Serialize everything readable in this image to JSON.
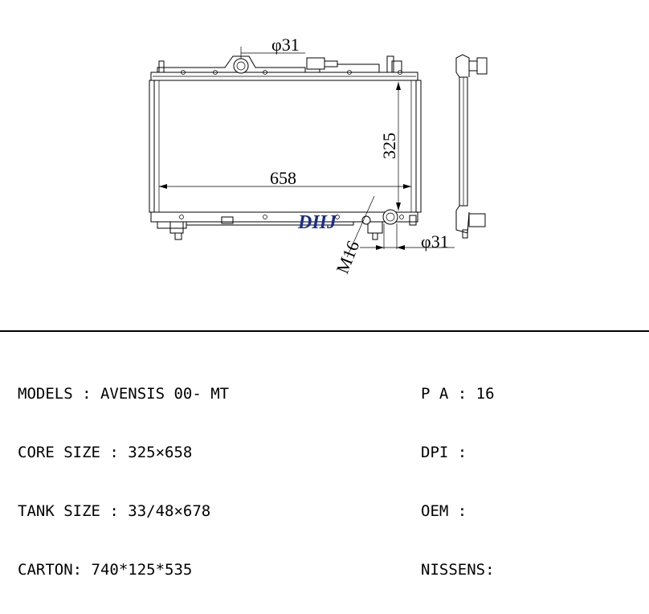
{
  "drawing": {
    "dimensions": {
      "inlet_diameter": "φ31",
      "height": "325",
      "width": "658",
      "outlet_diameter": "φ31",
      "drain_thread": "M16"
    },
    "brand": "DHJ"
  },
  "specs": {
    "left": [
      {
        "label": "MODELS",
        "sep": " : ",
        "value": "AVENSIS 00- MT"
      },
      {
        "label": "CORE SIZE",
        "sep": " : ",
        "value": "325×658"
      },
      {
        "label": "TANK SIZE",
        "sep": " : ",
        "value": "33/48×678"
      },
      {
        "label": "CARTON",
        "sep": ": ",
        "value": "740*125*535"
      }
    ],
    "right": [
      {
        "label": "P A",
        "sep": " : ",
        "value": "16"
      },
      {
        "label": "DPI",
        "sep": " : ",
        "value": ""
      },
      {
        "label": "OEM",
        "sep": " : ",
        "value": ""
      },
      {
        "label": "NISSENS",
        "sep": ":",
        "value": ""
      }
    ]
  }
}
